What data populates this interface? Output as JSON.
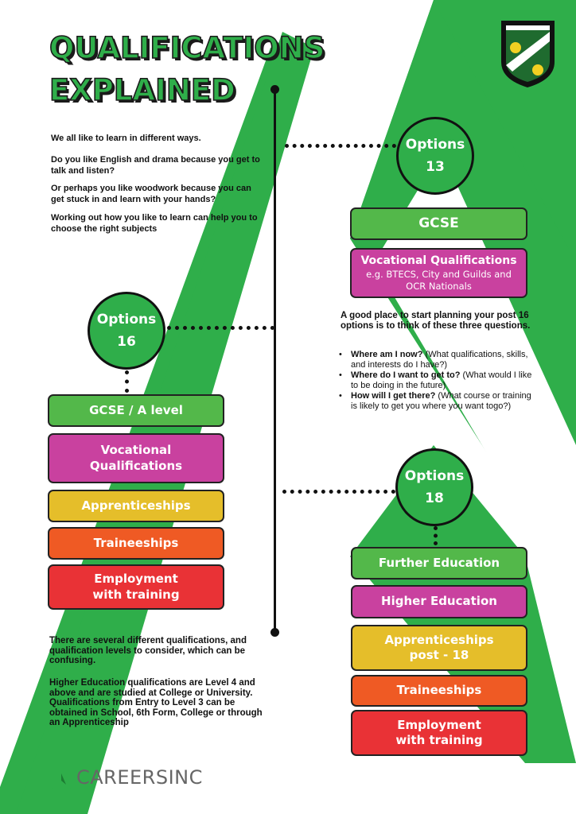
{
  "title": {
    "line1": "QUALIFICATIONS",
    "line2": "EXPLAINED"
  },
  "intro": [
    "We all like to learn in different ways.",
    "Do you like English and drama because you get to talk and listen?",
    "Or perhaps you like woodwork because you can get stuck in and learn with your hands?",
    "Working out how you like to learn can help you to choose the right subjects"
  ],
  "options13": {
    "circle": {
      "label": "Options",
      "number": "13"
    },
    "gcse": "GCSE",
    "vocational": {
      "title": "Vocational Qualifications",
      "subtitle": "e.g. BTECS, City and Guilds and OCR Nationals"
    }
  },
  "questions": {
    "intro": "A good place to start planning your post 16 options is to think of these three questions.",
    "items": [
      {
        "bold": "Where am I now?",
        "rest": " (What qualifications, skills, and interests do I have?)"
      },
      {
        "bold": "Where do I want to get to?",
        "rest": " (What would I like to be doing in the future)"
      },
      {
        "bold": "How will I get there?",
        "rest": " (What course or training is likely to get you where you want togo?)"
      }
    ]
  },
  "options16": {
    "circle": {
      "label": "Options",
      "number": "16"
    },
    "boxes": {
      "gcse_alevel": "GCSE / A level",
      "vocational_line1": "Vocational",
      "vocational_line2": "Qualifications",
      "apprenticeships": "Apprenticeships",
      "traineeships": "Traineeships",
      "employment_line1": "Employment",
      "employment_line2": "with training"
    }
  },
  "options18": {
    "circle": {
      "label": "Options",
      "number": "18"
    },
    "boxes": {
      "further_education": "Further Education",
      "higher_education": "Higher Education",
      "apprenticeships_line1": "Apprenticeships",
      "apprenticeships_line2": "post - 18",
      "traineeships": "Traineeships",
      "employment_line1": "Employment",
      "employment_line2": "with training"
    }
  },
  "bottom_text": [
    "There are several different qualifications, and qualification levels to consider, which can be confusing.",
    "Higher Education qualifications are Level 4 and above and are studied at College or University. Qualifications from Entry to Level 3 can be obtained in School, 6th Form, College or through an Apprenticeship"
  ],
  "logo": {
    "text": "CAREERSINC"
  },
  "colors": {
    "green": "#2fae4a",
    "box_green": "#53b84a",
    "magenta": "#c9419f",
    "yellow": "#e5be2a",
    "orange": "#ef5a24",
    "red": "#e93236",
    "text": "#111111"
  },
  "icons": {
    "crest": "school-crest-icon",
    "logo": "careersinc-arrow-logo-icon"
  }
}
